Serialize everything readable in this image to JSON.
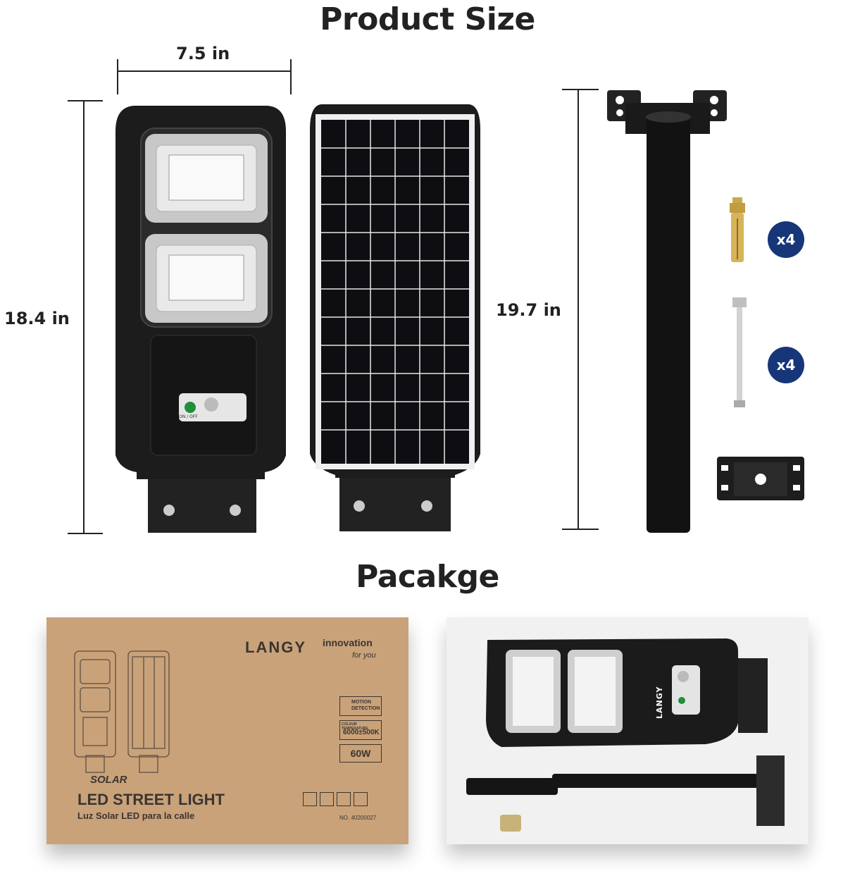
{
  "headings": {
    "size": "Product Size",
    "package": "Pacakge"
  },
  "dimensions": {
    "width": "7.5 in",
    "height_light": "18.4 in",
    "height_pole": "19.7 in"
  },
  "accessories": {
    "anchor_qty": "x4",
    "bolt_qty": "x4"
  },
  "light": {
    "switch_label": "ON / OFF"
  },
  "box": {
    "brand": "LANGY",
    "tagline": "innovation",
    "tagline_sub": "for you",
    "feature_motion": "MOTION DETECTION",
    "feature_temp_title": "COLOUR TEMPERATURE",
    "feature_temp_value": "6000±500K",
    "wattage": "60W",
    "solar_label": "SOLAR",
    "product_name": "LED STREET LIGHT",
    "product_name_es": "Luz Solar LED para la calle",
    "model_no": "NO. 40200027"
  },
  "packed_light": {
    "brand": "LANGY"
  },
  "colors": {
    "badge": "#17367a",
    "cardboard": "#c9a27a",
    "body": "#1c1c1c"
  }
}
